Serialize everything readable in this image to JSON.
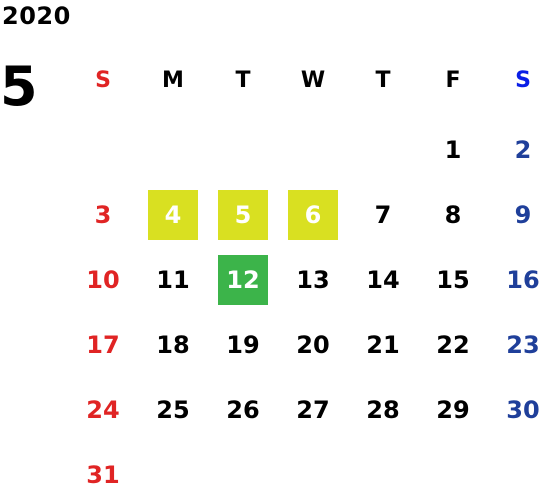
{
  "year": "2020",
  "month": "5",
  "weekdays": [
    "S",
    "M",
    "T",
    "W",
    "T",
    "F",
    "S"
  ],
  "weeks": [
    [
      "",
      "",
      "",
      "",
      "",
      "1",
      "2"
    ],
    [
      "3",
      "4",
      "5",
      "6",
      "7",
      "8",
      "9"
    ],
    [
      "10",
      "11",
      "12",
      "13",
      "14",
      "15",
      "16"
    ],
    [
      "17",
      "18",
      "19",
      "20",
      "21",
      "22",
      "23"
    ],
    [
      "24",
      "25",
      "26",
      "27",
      "28",
      "29",
      "30"
    ],
    [
      "31",
      "",
      "",
      "",
      "",
      "",
      ""
    ]
  ],
  "colors": {
    "sunday": "#e02424",
    "saturday_header": "#0a1ee6",
    "saturday": "#1f3f9a",
    "highlight_yellow": "#d9e021",
    "highlight_green": "#3cb44a",
    "text": "#000000"
  },
  "highlights": {
    "yellow_days": [
      "4",
      "5",
      "6"
    ],
    "green_days": [
      "12"
    ]
  }
}
